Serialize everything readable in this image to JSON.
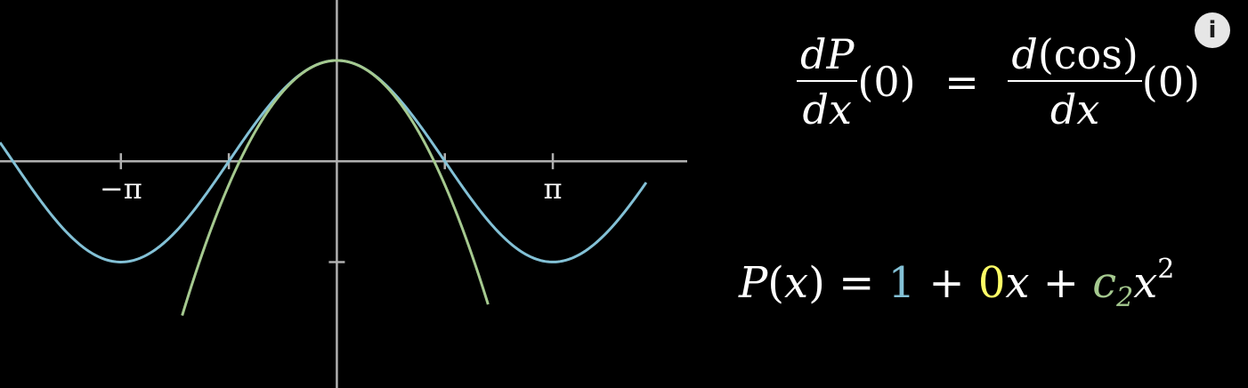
{
  "chart_data": {
    "type": "line",
    "xlim": [
      -4.9,
      5.2
    ],
    "ylim": [
      -2.25,
      1.6
    ],
    "x_ticks": [
      {
        "value": -3.14159,
        "label": "−π"
      },
      {
        "value": -1.5708,
        "label": ""
      },
      {
        "value": 1.5708,
        "label": ""
      },
      {
        "value": 3.14159,
        "label": "π"
      }
    ],
    "y_ticks": [
      {
        "value": -1,
        "label": ""
      }
    ],
    "series": [
      {
        "function": "cos(x)",
        "color": "#83c1d6",
        "x_range": [
          -4.9,
          4.5
        ]
      },
      {
        "function": "1 - x^2/2",
        "color": "#a5c98f",
        "x_range": [
          -2.25,
          2.2
        ]
      }
    ],
    "grid": false,
    "legend": "none"
  },
  "colors": {
    "background": "#000000",
    "axis": "#b0b0b0",
    "text": "#ffffff",
    "const_blue": "#83c1d6",
    "zero_yellow": "#ffff66",
    "coef_green": "#a5c98f"
  },
  "equation1": {
    "num_left": "dP",
    "den_left": "dx",
    "arg_left": "(0)",
    "equals": "=",
    "num_right_d": "d",
    "num_right_rest": "(cos)",
    "den_right": "dx",
    "arg_right": "(0)"
  },
  "equation2": {
    "P": "P",
    "open": "(",
    "x": "x",
    "close": ")",
    "equals": " = ",
    "c0": "1",
    "plus1": " + ",
    "c1": "0",
    "x1": "x",
    "plus2": " + ",
    "c2": "c",
    "c2_sub": "2",
    "x2": "x",
    "x2_sup": "2"
  },
  "info_icon": {
    "symbol": "i",
    "icon": "info-icon"
  }
}
